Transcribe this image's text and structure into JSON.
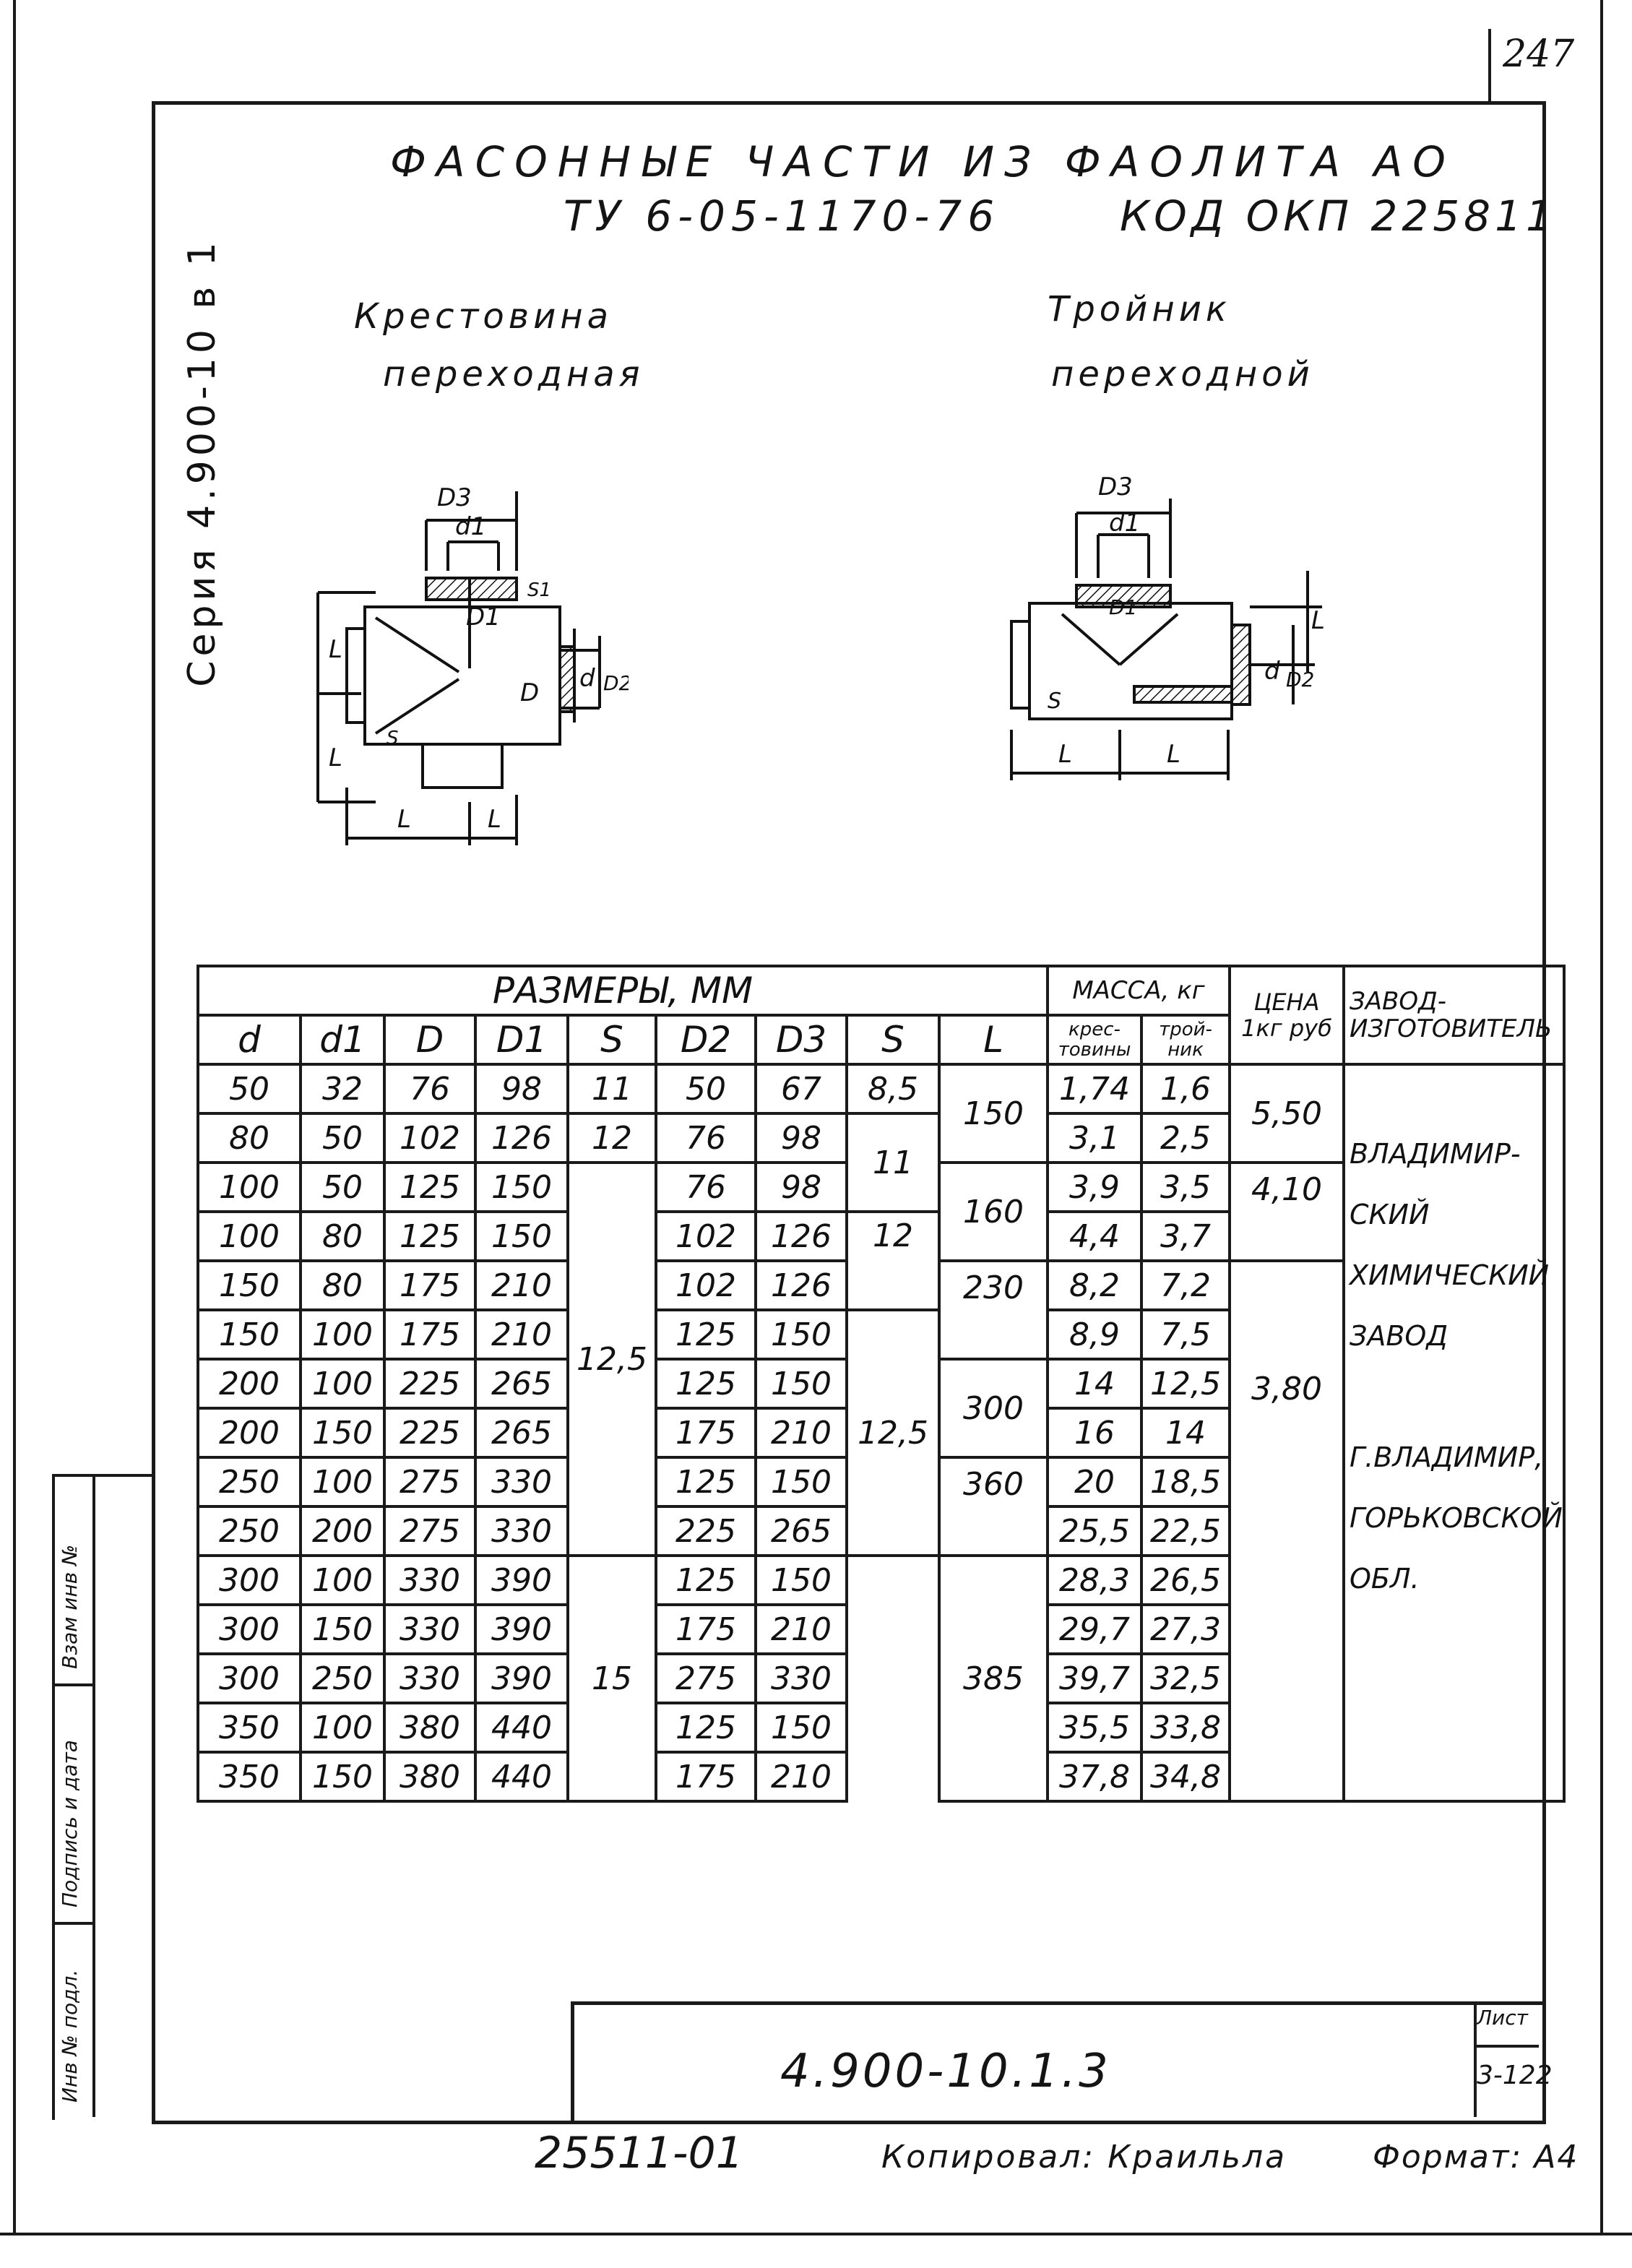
{
  "page_number": "247",
  "series_label": "Серия 4.900-10 в 1",
  "title": {
    "line1": "ФАСОННЫЕ ЧАСТИ ИЗ ФАОЛИТА АО",
    "tu": "ТУ 6-05-1170-76",
    "okp": "КОД ОКП 225811"
  },
  "drawings": {
    "cross": {
      "caption_line1": "Крестовина",
      "caption_line2": "переходная",
      "labels": {
        "D3": "D3",
        "d1": "d1",
        "D1": "D1",
        "S1": "S1",
        "L": "L",
        "d": "d",
        "D": "D",
        "D2": "D2",
        "S": "S"
      }
    },
    "tee": {
      "caption_line1": "Тройник",
      "caption_line2": "переходной",
      "labels": {
        "D3": "D3",
        "d1": "d1",
        "D1": "D1",
        "S": "S",
        "L": "L",
        "d": "d",
        "D2": "D2"
      }
    }
  },
  "table": {
    "group_sizes": "РАЗМЕРЫ, ММ",
    "group_mass": "МАССА, кг",
    "mass_cross": "крес-товины",
    "mass_tee": "трой-ник",
    "price_header": "ЦЕНА 1кг руб",
    "factory_header": "ЗАВОД-ИЗГОТОВИТЕЛЬ",
    "columns": [
      "d",
      "d1",
      "D",
      "D1",
      "S",
      "D2",
      "D3",
      "S",
      "L"
    ],
    "rows": [
      {
        "d": "50",
        "d1": "32",
        "D": "76",
        "D1": "98",
        "D2": "50",
        "D3": "67",
        "m1": "1,74",
        "m2": "1,6"
      },
      {
        "d": "80",
        "d1": "50",
        "D": "102",
        "D1": "126",
        "D2": "76",
        "D3": "98",
        "m1": "3,1",
        "m2": "2,5"
      },
      {
        "d": "100",
        "d1": "50",
        "D": "125",
        "D1": "150",
        "D2": "76",
        "D3": "98",
        "m1": "3,9",
        "m2": "3,5"
      },
      {
        "d": "100",
        "d1": "80",
        "D": "125",
        "D1": "150",
        "D2": "102",
        "D3": "126",
        "m1": "4,4",
        "m2": "3,7"
      },
      {
        "d": "150",
        "d1": "80",
        "D": "175",
        "D1": "210",
        "D2": "102",
        "D3": "126",
        "m1": "8,2",
        "m2": "7,2"
      },
      {
        "d": "150",
        "d1": "100",
        "D": "175",
        "D1": "210",
        "D2": "125",
        "D3": "150",
        "m1": "8,9",
        "m2": "7,5"
      },
      {
        "d": "200",
        "d1": "100",
        "D": "225",
        "D1": "265",
        "D2": "125",
        "D3": "150",
        "m1": "14",
        "m2": "12,5"
      },
      {
        "d": "200",
        "d1": "150",
        "D": "225",
        "D1": "265",
        "D2": "175",
        "D3": "210",
        "m1": "16",
        "m2": "14"
      },
      {
        "d": "250",
        "d1": "100",
        "D": "275",
        "D1": "330",
        "D2": "125",
        "D3": "150",
        "m1": "20",
        "m2": "18,5"
      },
      {
        "d": "250",
        "d1": "200",
        "D": "275",
        "D1": "330",
        "D2": "225",
        "D3": "265",
        "m1": "25,5",
        "m2": "22,5"
      },
      {
        "d": "300",
        "d1": "100",
        "D": "330",
        "D1": "390",
        "D2": "125",
        "D3": "150",
        "m1": "28,3",
        "m2": "26,5"
      },
      {
        "d": "300",
        "d1": "150",
        "D": "330",
        "D1": "390",
        "D2": "175",
        "D3": "210",
        "m1": "29,7",
        "m2": "27,3"
      },
      {
        "d": "300",
        "d1": "250",
        "D": "330",
        "D1": "390",
        "D2": "275",
        "D3": "330",
        "m1": "39,7",
        "m2": "32,5"
      },
      {
        "d": "350",
        "d1": "100",
        "D": "380",
        "D1": "440",
        "D2": "125",
        "D3": "150",
        "m1": "35,5",
        "m2": "33,8"
      },
      {
        "d": "350",
        "d1": "150",
        "D": "380",
        "D1": "440",
        "D2": "175",
        "D3": "210",
        "m1": "37,8",
        "m2": "34,8"
      }
    ],
    "merged": {
      "S1_r1": "11",
      "S1_r2": "12",
      "S1_mid": "12,5",
      "S1_low": "15",
      "S2_r1": "8,5",
      "S2_mid1": "11",
      "S2_mid2": "12",
      "S2_low": "12,5",
      "L_150": "150",
      "L_160": "160",
      "L_230": "230",
      "L_300": "300",
      "L_360": "360",
      "L_385": "385",
      "price_550": "5,50",
      "price_410": "4,10",
      "price_380": "3,80"
    },
    "factory": [
      "ВЛАДИМИР-",
      "СКИЙ",
      "ХИМИЧЕСКИЙ",
      "ЗАВОД",
      "",
      "Г.ВЛАДИМИР,",
      "ГОРЬКОВСКОЙ",
      "ОБЛ."
    ]
  },
  "stamp": {
    "code": "4.900-10.1.3",
    "sheet_label": "Лист",
    "sheet_no": "3-122"
  },
  "side_stamp": [
    "Инв № подл.",
    "Подпись и дата",
    "Взам инв №"
  ],
  "bottom": {
    "number": "25511-01",
    "copied": "Копировал: Краильла",
    "format": "Формат: А4"
  }
}
